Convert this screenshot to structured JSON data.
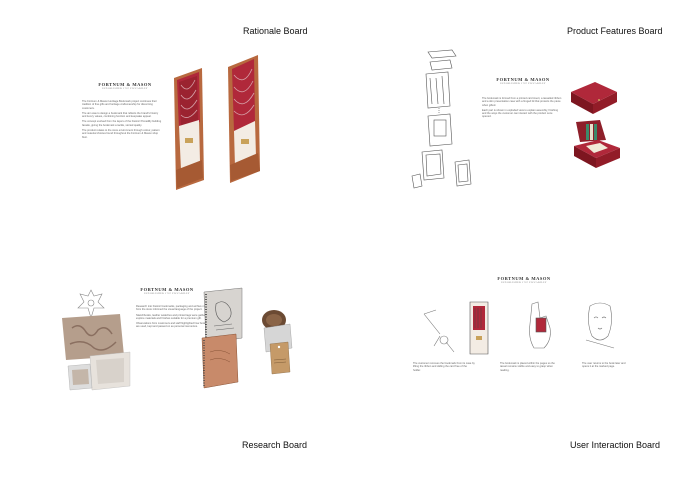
{
  "boards": {
    "rationale": {
      "title": "Rationale Board",
      "logo": "FORTNUM & MASON",
      "logo_sub": "ESTABLISHED 1707 PICCADILLY",
      "paragraphs": [
        "The Fortnum & Mason Heritage Bookmark project continues their tradition of fine gifts and heritage craftsmanship for discerning customers.",
        "The aim was to design a bookmark that reflects the brand's history and luxury values, combining function and keepsake appeal.",
        "The concept evolved from the layers of the historic Piccadilly building facade, giving the bookmark a tactile, storied quality.",
        "The product relates to the store environment through colour, pattern and material choices found throughout the Fortnum & Mason shop floor."
      ]
    },
    "features": {
      "title": "Product Features Board",
      "logo": "FORTNUM & MASON",
      "logo_sub": "ESTABLISHED 1707 PICCADILLY",
      "paragraphs": [
        "The bookmark is formed from a printed card insert, a tasselled ribbon and a slim presentation case with a hinged lid that protects the piece when gifted.",
        "Each part is shown in exploded view to explain assembly, finishing and the ways the customer can interact with the product once opened."
      ]
    },
    "research": {
      "title": "Research Board",
      "logo": "FORTNUM & MASON",
      "logo_sub": "ESTABLISHED 1707 PICCADILLY",
      "paragraphs": [
        "Research into historic bookmarks, packaging and archive material from the store informed the visual language of the project.",
        "Sketchbooks, leather swatches and printed tags were gathered to explore materials and finishes suitable for a premium gift.",
        "Observations from customers and staff highlighted how bookmarks are used, kept and passed on as personal mementos."
      ]
    },
    "interaction": {
      "title": "User Interaction Board",
      "logo": "FORTNUM & MASON",
      "logo_sub": "ESTABLISHED 1707 PICCADILLY",
      "captions": [
        "The customer removes the bookmark from its case by lifting the ribbon and sliding the card free of the holder.",
        "The bookmark is placed within the pages so the tassel remains visible and easy to grasp when reading.",
        "The user returns to the book later and opens it at the marked page."
      ]
    }
  },
  "colors": {
    "burgundy": "#8e1f2a",
    "red": "#b0283a",
    "gold": "#c9a25a",
    "wood": "#b8693f",
    "ink": "#444444"
  }
}
